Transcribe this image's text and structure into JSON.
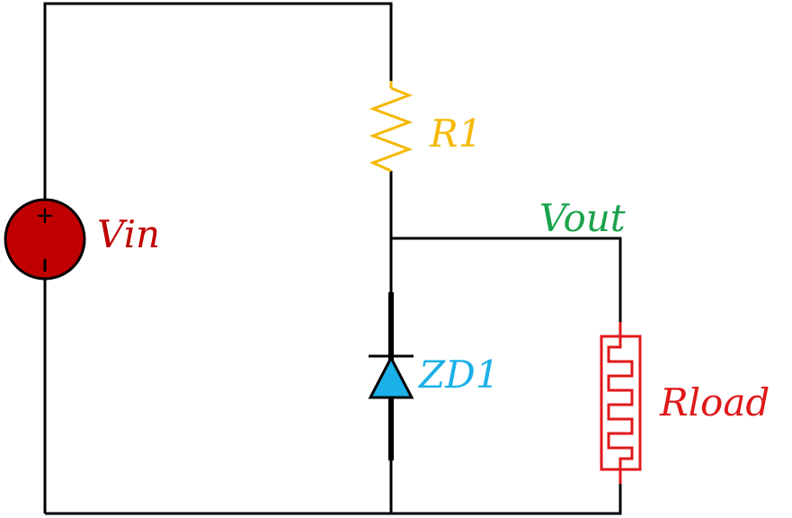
{
  "components": {
    "source": {
      "label": "Vin",
      "plus": "+",
      "minus": "-"
    },
    "resistor": {
      "label": "R1"
    },
    "output_node": {
      "label": "Vout"
    },
    "zener": {
      "label": "ZD1"
    },
    "load": {
      "label": "Rload"
    }
  },
  "colors": {
    "wire": "#000000",
    "source": "#c00000",
    "resistor": "#f5b800",
    "output_node": "#1aa34a",
    "zener": "#1ab0e8",
    "load": "#e01818"
  }
}
